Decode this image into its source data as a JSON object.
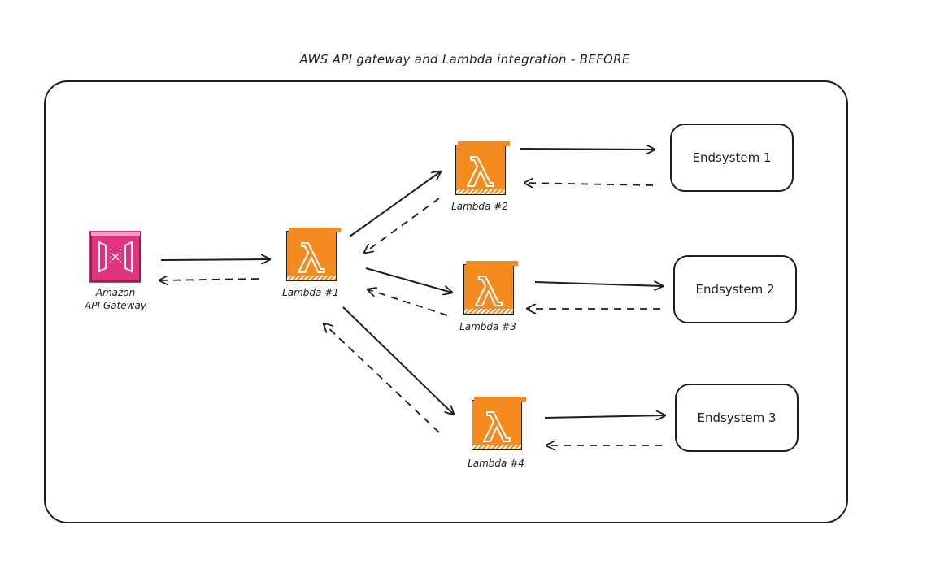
{
  "diagram": {
    "title": "AWS API gateway and Lambda integration - BEFORE",
    "nodes": {
      "gateway": {
        "label_line1": "Amazon",
        "label_line2": "API Gateway",
        "icon": "api-gateway-icon"
      },
      "lambda1": {
        "label": "Lambda #1",
        "icon": "lambda-icon"
      },
      "lambda2": {
        "label": "Lambda #2",
        "icon": "lambda-icon"
      },
      "lambda3": {
        "label": "Lambda #3",
        "icon": "lambda-icon"
      },
      "lambda4": {
        "label": "Lambda #4",
        "icon": "lambda-icon"
      },
      "endsystem1": {
        "label": "Endsystem 1"
      },
      "endsystem2": {
        "label": "Endsystem 2"
      },
      "endsystem3": {
        "label": "Endsystem 3"
      }
    },
    "edges": [
      {
        "from": "gateway",
        "to": "lambda1",
        "style": "solid"
      },
      {
        "from": "lambda1",
        "to": "gateway",
        "style": "dashed"
      },
      {
        "from": "lambda1",
        "to": "lambda2",
        "style": "solid"
      },
      {
        "from": "lambda2",
        "to": "lambda1",
        "style": "dashed"
      },
      {
        "from": "lambda1",
        "to": "lambda3",
        "style": "solid"
      },
      {
        "from": "lambda3",
        "to": "lambda1",
        "style": "dashed"
      },
      {
        "from": "lambda1",
        "to": "lambda4",
        "style": "solid"
      },
      {
        "from": "lambda4",
        "to": "lambda1",
        "style": "dashed"
      },
      {
        "from": "lambda2",
        "to": "endsystem1",
        "style": "solid"
      },
      {
        "from": "endsystem1",
        "to": "lambda2",
        "style": "dashed"
      },
      {
        "from": "lambda3",
        "to": "endsystem2",
        "style": "solid"
      },
      {
        "from": "endsystem2",
        "to": "lambda3",
        "style": "dashed"
      },
      {
        "from": "lambda4",
        "to": "endsystem3",
        "style": "solid"
      },
      {
        "from": "endsystem3",
        "to": "lambda4",
        "style": "dashed"
      }
    ],
    "colors": {
      "lambda": "#f58a1f",
      "gateway": "#e0347f",
      "stroke": "#1e1e1e"
    }
  }
}
